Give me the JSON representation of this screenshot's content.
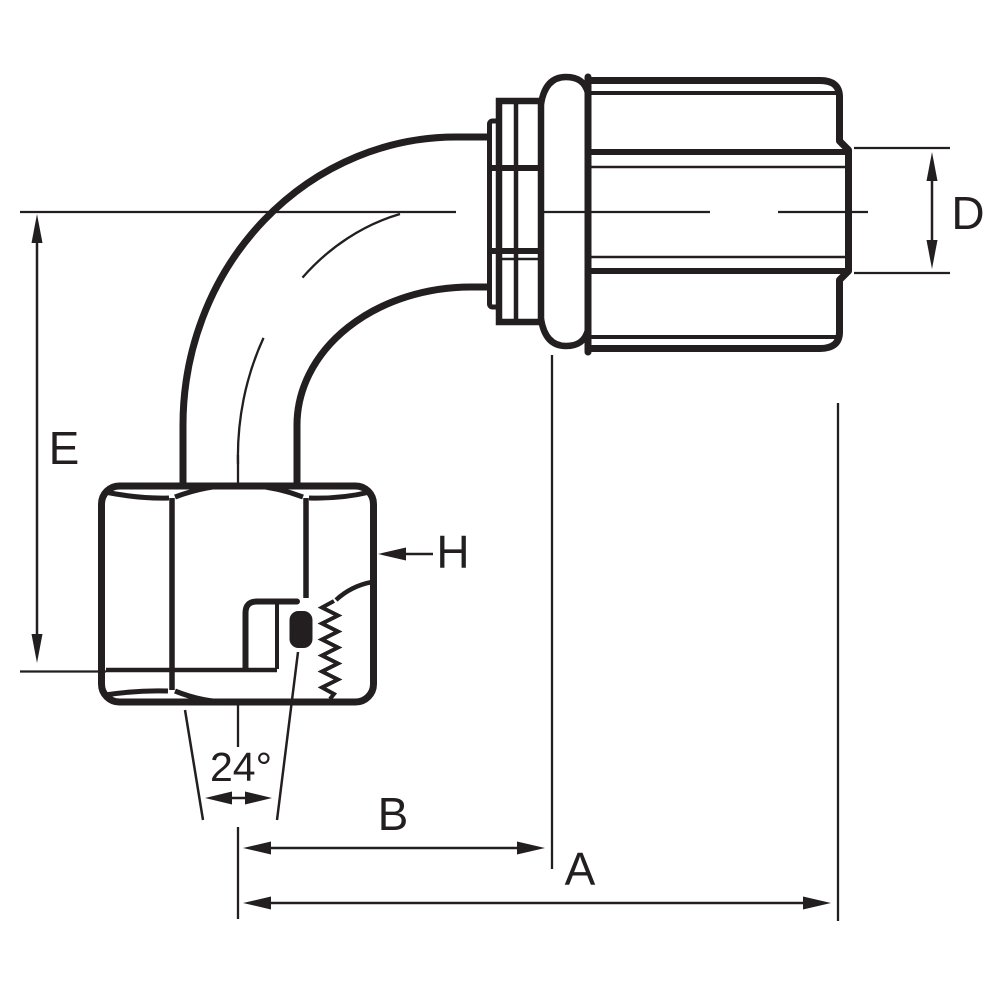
{
  "drawing": {
    "background_color": "#ffffff",
    "line_color": "#231f20",
    "dimension_labels": {
      "e": "E",
      "d": "D",
      "h": "H",
      "b": "B",
      "a": "A",
      "cone_angle": "24°"
    }
  }
}
